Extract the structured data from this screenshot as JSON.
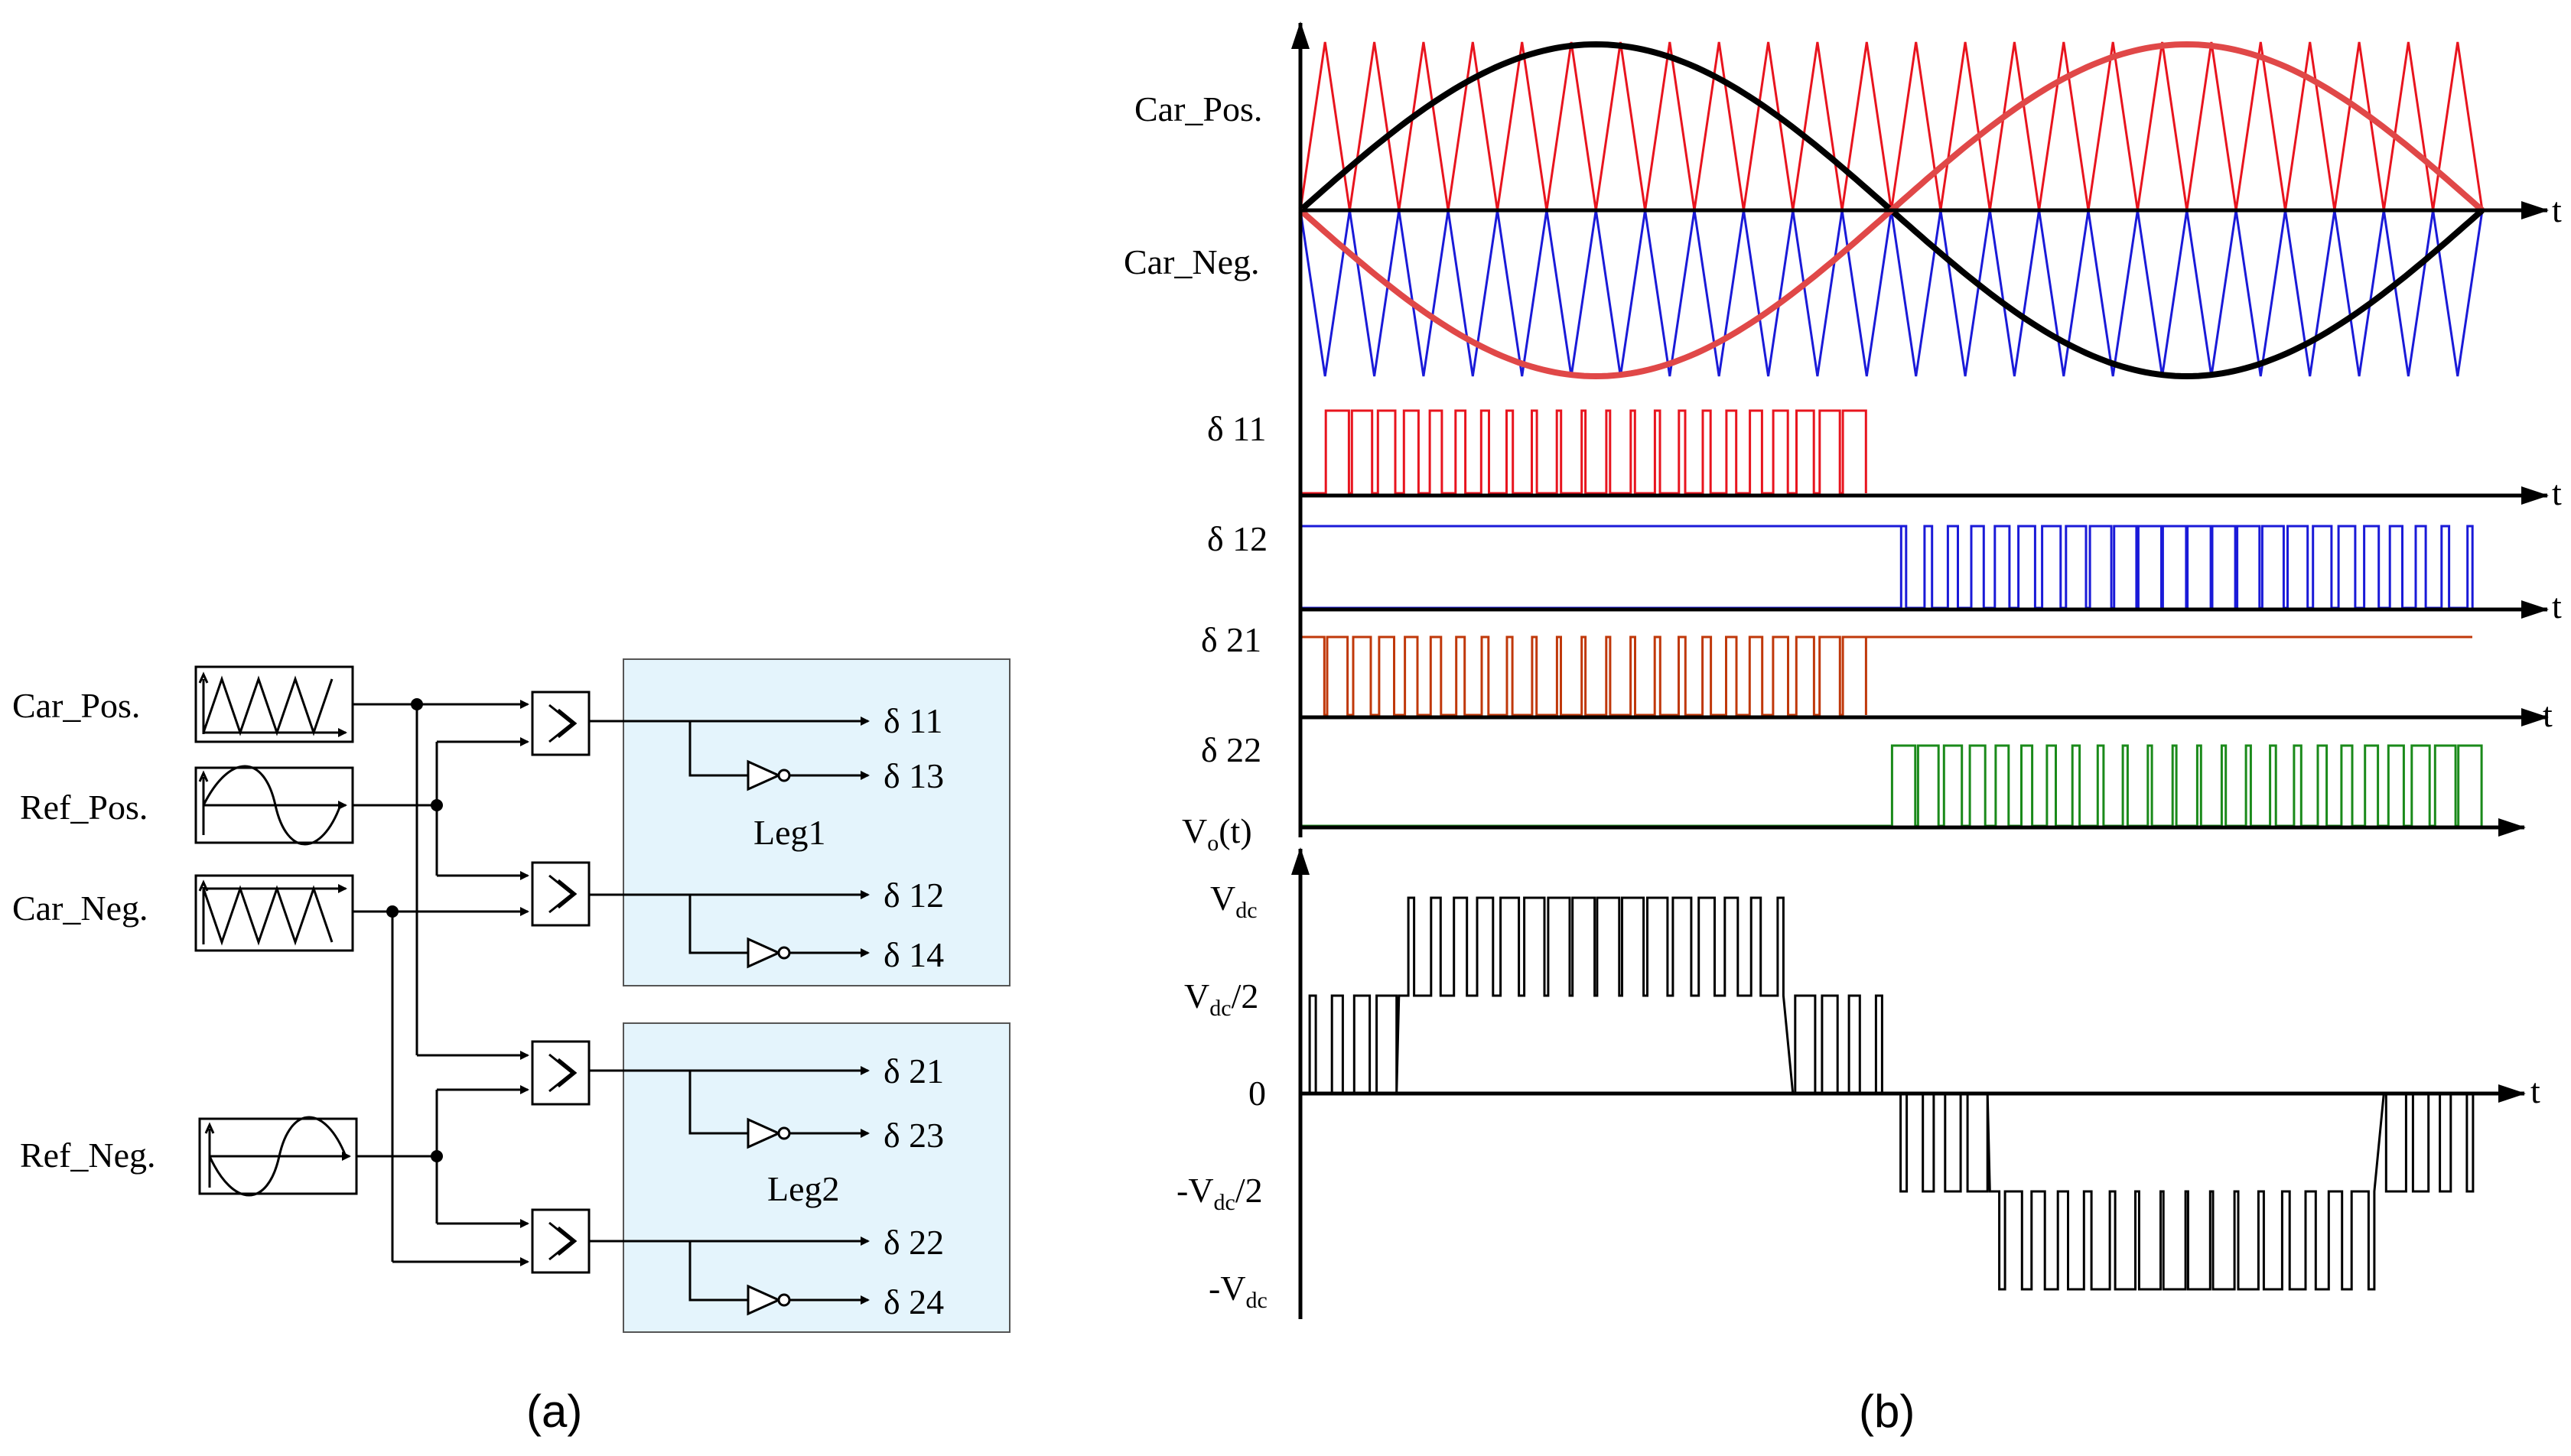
{
  "panel_a": {
    "caption": "(a)",
    "inputs": [
      "Car_Pos.",
      "Ref_Pos.",
      "Car_Neg.",
      "Ref_Neg."
    ],
    "legs": [
      "Leg1",
      "Leg2"
    ],
    "outputs": [
      "δ 11",
      "δ 13",
      "δ 12",
      "δ 14",
      "δ 21",
      "δ 23",
      "δ 22",
      "δ 24"
    ]
  },
  "panel_b": {
    "caption": "(b)",
    "axis_symbol": "t",
    "carrier_labels": [
      "Car_Pos.",
      "Car_Neg."
    ],
    "pulse_labels": [
      "δ 11",
      "δ 12",
      "δ 21",
      "δ 22"
    ],
    "vo_label": {
      "main": "V",
      "sub": "o",
      "tail": "(t)"
    },
    "vo_levels": [
      {
        "pre": "V",
        "sub": "dc",
        "post": ""
      },
      {
        "pre": "V",
        "sub": "dc",
        "post": "/2"
      },
      {
        "pre": "0",
        "sub": "",
        "post": ""
      },
      {
        "pre": "-V",
        "sub": "dc",
        "post": "/2"
      },
      {
        "pre": "-V",
        "sub": "dc",
        "post": ""
      }
    ],
    "colors": {
      "car_pos": "#e8141e",
      "car_neg": "#1a1ad8",
      "ref_pos": "#000000",
      "ref_neg": "#e04848",
      "d11": "#e8141e",
      "d12": "#1a1ad8",
      "d21": "#c0380a",
      "d22": "#1a8a1a",
      "vo": "#000000"
    }
  }
}
